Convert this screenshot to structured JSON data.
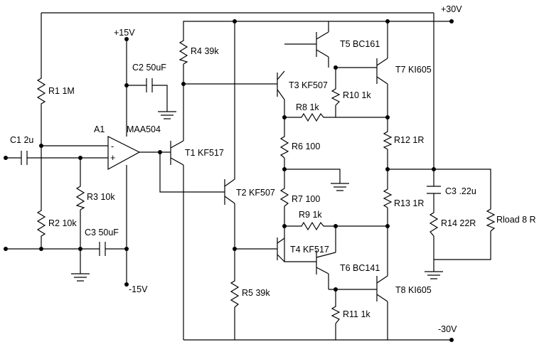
{
  "labels": {
    "v_pos30": "+30V",
    "v_neg30": "-30V",
    "v_pos15": "+15V",
    "v_neg15": "-15V",
    "r1": "R1 1M",
    "r2": "R2 10k",
    "r3": "R3 10k",
    "r4": "R4 39k",
    "r5": "R5 39k",
    "r6": "R6 100",
    "r7": "R7 100",
    "r8": "R8 1k",
    "r9": "R9 1k",
    "r10": "R10 1k",
    "r11": "R11 1k",
    "r12": "R12 1R",
    "r13": "R13 1R",
    "r14": "R14 22R",
    "rload": "Rload 8 R",
    "c1": "C1 2u",
    "c2": "C2 50uF",
    "c3a": "C3 50uF",
    "c3b": "C3 .22u",
    "a1": "A1",
    "opamp": "MAA504",
    "t1": "T1 KF517",
    "t2": "T2 KF507",
    "t3": "T3 KF507",
    "t4": "T4 KF517",
    "t5": "T5 BC161",
    "t6": "T6 BC141",
    "t7": "T7 KI605",
    "t8": "T8 KI605",
    "opamp_minus": "-",
    "opamp_plus": "+"
  }
}
